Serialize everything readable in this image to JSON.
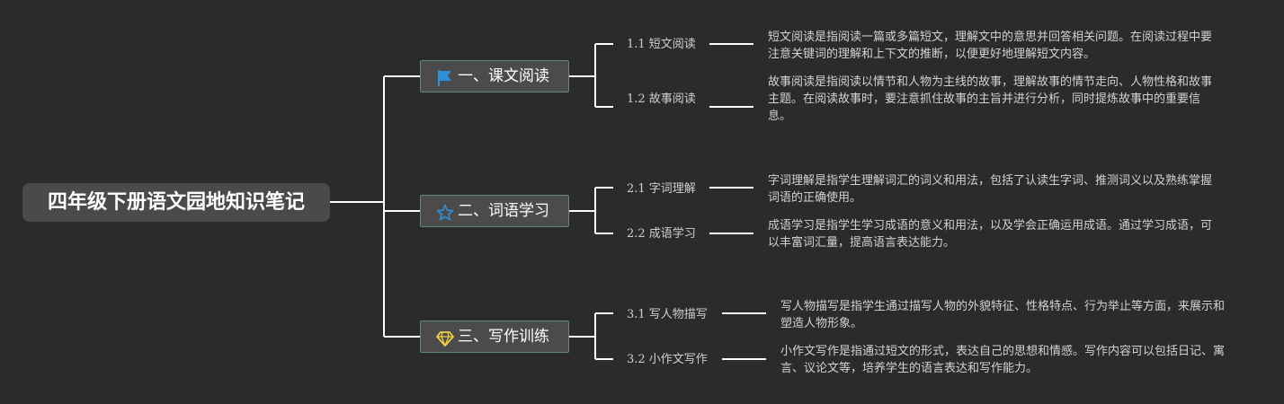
{
  "root": {
    "title": "四年级下册语文园地知识笔记"
  },
  "branches": [
    {
      "label": "一、课文阅读",
      "icon": "flag-icon",
      "children": [
        {
          "title": "1.1 短文阅读",
          "text": "短文阅读是指阅读一篇或多篇短文，理解文中的意思并回答相关问题。在阅读过程中要注意关键词的理解和上下文的推断，以便更好地理解短文内容。"
        },
        {
          "title": "1.2 故事阅读",
          "text": "故事阅读是指阅读以情节和人物为主线的故事，理解故事的情节走向、人物性格和故事主题。在阅读故事时，要注意抓住故事的主旨并进行分析，同时提炼故事中的重要信息。"
        }
      ]
    },
    {
      "label": "二、词语学习",
      "icon": "star-icon",
      "children": [
        {
          "title": "2.1 字词理解",
          "text": "字词理解是指学生理解词汇的词义和用法，包括了认读生字词、推测词义以及熟练掌握词语的正确使用。"
        },
        {
          "title": "2.2 成语学习",
          "text": "成语学习是指学生学习成语的意义和用法，以及学会正确运用成语。通过学习成语，可以丰富词汇量，提高语言表达能力。"
        }
      ]
    },
    {
      "label": "三、写作训练",
      "icon": "diamond-icon",
      "children": [
        {
          "title": "3.1 写人物描写",
          "text": "写人物描写是指学生通过描写人物的外貌特征、性格特点、行为举止等方面，来展示和塑造人物形象。"
        },
        {
          "title": "3.2 小作文写作",
          "text": "小作文写作是指通过短文的形式，表达自己的思想和情感。写作内容可以包括日记、寓言、议论文等，培养学生的语言表达和写作能力。"
        }
      ]
    }
  ],
  "colors": {
    "background": "#2b2b2b",
    "line": "#ffffff",
    "flag": "#2f8fd8",
    "star": "#2f8fd8",
    "diamond": "#f2d13c"
  }
}
